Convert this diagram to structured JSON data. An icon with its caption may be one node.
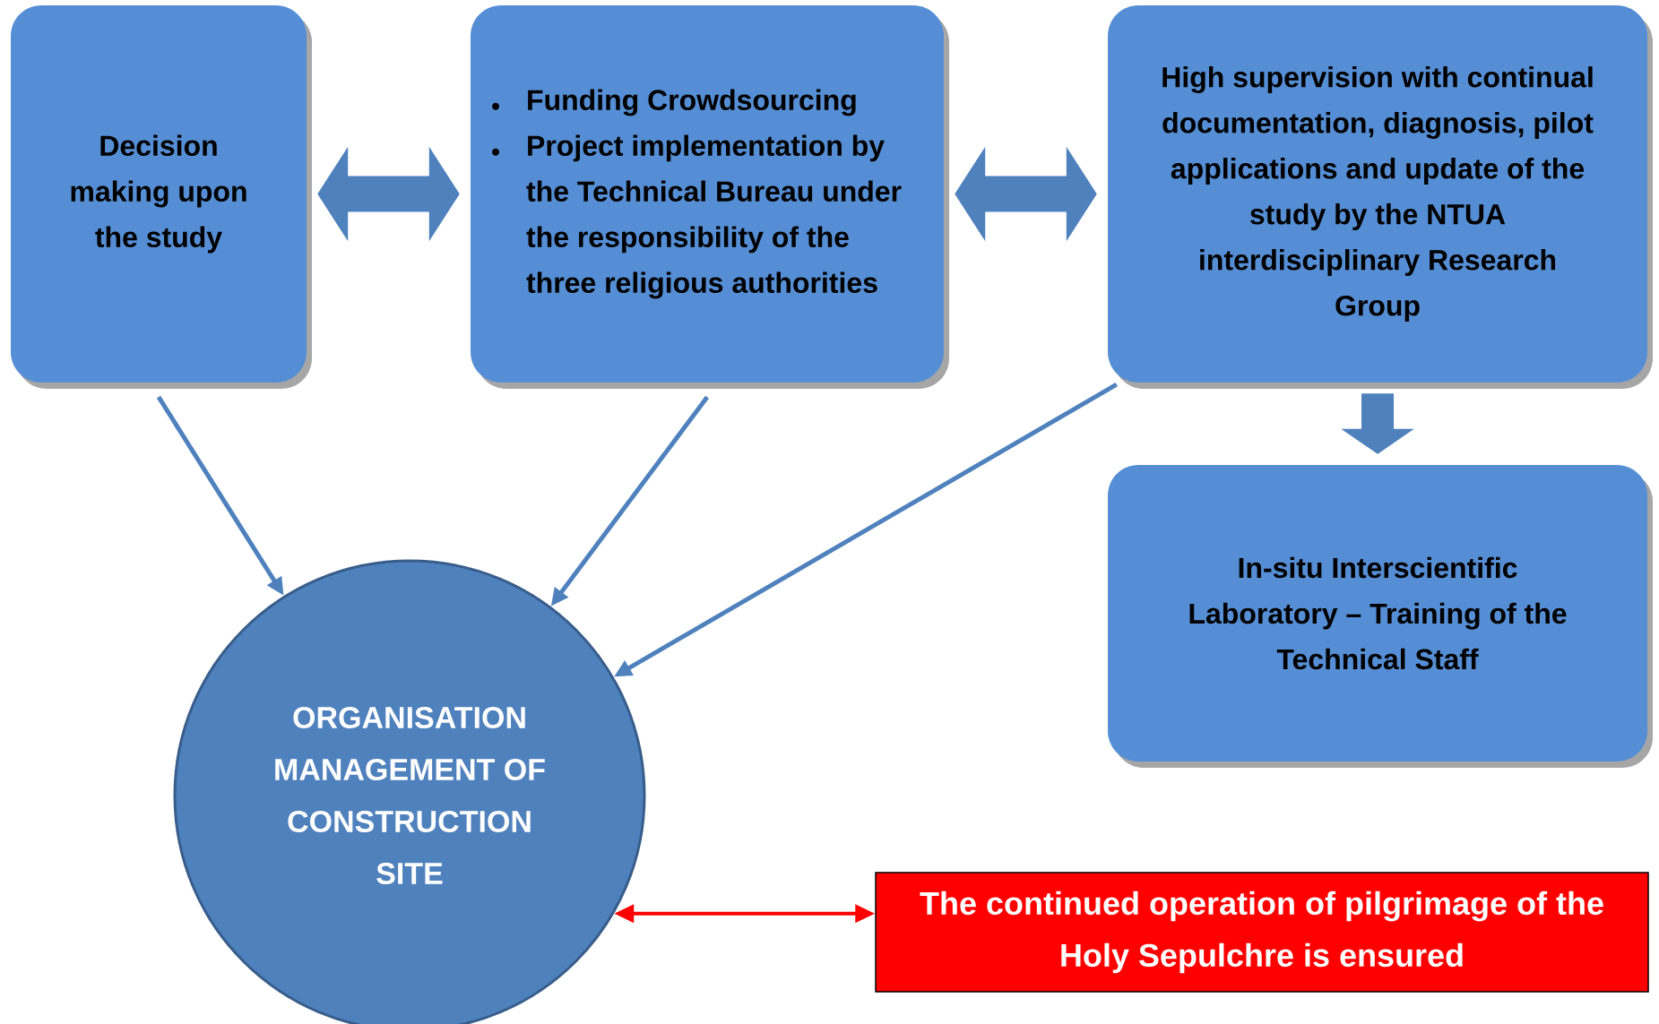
{
  "diagram": {
    "nodes": [
      {
        "text": [
          "Decision making upon the study"
        ]
      },
      {
        "text": [
          "Funding Crowdsourcing",
          "Project implementation by the Technical Bureau under the responsibility of the three religious authorities"
        ]
      },
      {
        "text": [
          "High supervision with continual documentation, diagnosis, pilot applications and update of the study by the NTUA interdisciplinary Research Group"
        ]
      },
      {
        "text": [
          "In-situ Interscientific Laboratory – Training of the Technical Staff"
        ]
      },
      {
        "text": [
          "ORGANISATION MANAGEMENT OF CONSTRUCTION SITE"
        ]
      },
      {
        "text": [
          "The continued operation of pilgrimage of the Holy Sepulchre is ensured"
        ]
      }
    ],
    "edges": [
      {
        "from": 0,
        "to": 1,
        "arrow": "both",
        "style": "thick"
      },
      {
        "from": 1,
        "to": 2,
        "arrow": "both",
        "style": "thick"
      },
      {
        "from": 2,
        "to": 3,
        "arrow": "to",
        "style": "thick"
      },
      {
        "from": 0,
        "to": 4,
        "arrow": "to"
      },
      {
        "from": 1,
        "to": 4,
        "arrow": "to"
      },
      {
        "from": 2,
        "to": 4,
        "arrow": "to"
      },
      {
        "from": 4,
        "to": 5,
        "arrow": "both",
        "color": "#ff0000"
      }
    ]
  }
}
